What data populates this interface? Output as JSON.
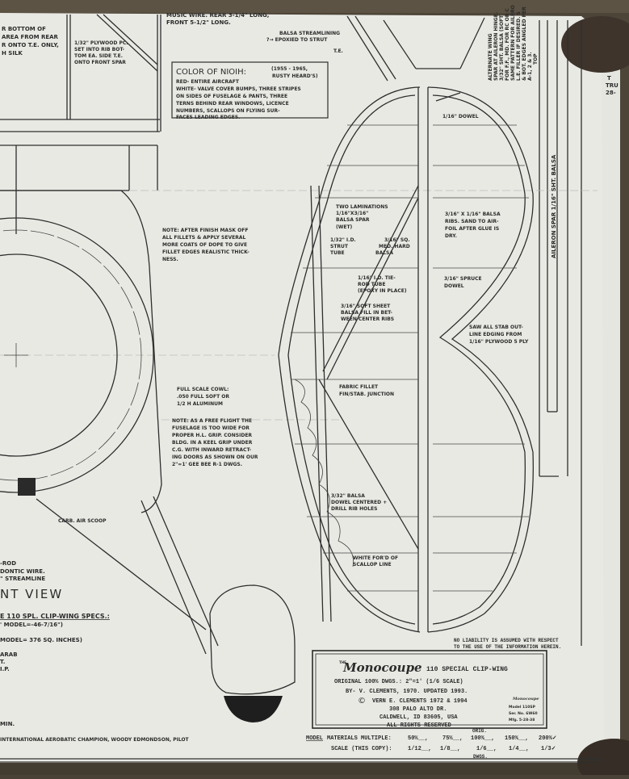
{
  "sheet": {
    "top_left_note": [
      "R BOTTOM OF",
      "AREA FROM REAR",
      "R ONTO T.E. ONLY,",
      "H SILK"
    ],
    "plywood_note": [
      "1/32\" PLYWOOD PC.",
      "SET INTO RIB BOT-",
      "TOM EA. SIDE T.E.",
      "ONTO FRONT SPAR"
    ],
    "music_wire_note": [
      "MUSIC WIRE. REAR 3-1/4\" LONG,",
      "FRONT 5-1/2\" LONG."
    ],
    "streamlining_note": [
      "BALSA STREAMLINING",
      "?→ EPOXIED TO STRUT"
    ],
    "te_label": "T.E.",
    "color_box": {
      "heading": "COLOR OF NIOIH:",
      "years": [
        "(1955 - 1965,",
        "RUSTY HEARD'S)"
      ],
      "lines": [
        "RED- ENTIRE AIRCRAFT",
        "WHITE- VALVE COVER BUMPS, THREE STRIPES",
        "ON SIDES OF FUSELAGE & PANTS, THREE",
        "TERNS BEHIND REAR WINDOWS, LICENCE",
        "NUMBERS, SCALLOPS ON FLYING SUR-",
        "FACES LEADING EDGES."
      ]
    },
    "fillet_note": [
      "NOTE: AFTER FINISH MASK OFF",
      "ALL FILLETS & APPLY SEVERAL",
      "MORE COATS OF DOPE TO GIVE",
      "FILLET EDGES REALISTIC THICK-",
      "NESS."
    ],
    "cowl_note": [
      "FULL SCALE COWL:",
      ".050 FULL SOFT OR",
      "1/2 H ALUMINUM"
    ],
    "free_flight_note": [
      "NOTE: AS A FREE FLIGHT THE",
      "FUSELAGE IS TOO WIDE FOR",
      "PROPER H.L. GRIP. CONSIDER",
      "BLDG. IN A KEEL GRIP UNDER",
      "C.G. WITH INWARD RETRACT-",
      "ING DOORS AS SHOWN ON OUR",
      "2\"=1' GEE BEE R-1 DWGS."
    ],
    "carb_label": "CARB. AIR SCOOP",
    "strut_notes": [
      "-ROD",
      "DONTIC WIRE.",
      "\" STREAMLINE"
    ],
    "view_title": "NT VIEW",
    "specs": {
      "heading": "E 110 SPL. CLIP-WING SPECS.:",
      "lines": [
        "' MODEL=-46-7/16\")",
        "MODEL= 376 SQ. INCHES)",
        "ARAB",
        "T.",
        "I.P.",
        "MIN."
      ]
    },
    "champion_line": "INTERNATIONAL AEROBATIC CHAMPION, WOODY EDMONDSON, PILOT",
    "stab_labels": {
      "dowel_top": "1/16\" DOWEL",
      "spar": [
        "TWO LAMINATIONS",
        "1/16\"X3/16\"",
        "BALSA SPAR",
        "(WET)"
      ],
      "ribs": [
        "3/16\" X 1/16\" BALSA",
        "RIBS. SAND TO AIR-",
        "FOIL AFTER GLUE IS",
        "DRY."
      ],
      "strut_tube": [
        "1/32\" I.D.",
        "STRUT",
        "TUBE"
      ],
      "sq_balsa": [
        "3/16\" SQ.",
        "MED. HARD",
        "BALSA"
      ],
      "tie_rod": [
        "1/16\" I.D. TIE-",
        "ROD TUBE",
        "(EPOXY IN PLACE)"
      ],
      "spruce": [
        "3/16\" SPRUCE",
        "DOWEL"
      ],
      "soft_sheet": [
        "3/16\" SOFT SHEET",
        "BALSA FILL IN BET-",
        "WEEN CENTER RIBS"
      ],
      "saw": [
        "SAW ALL STAB OUT-",
        "LINE EDGING FROM",
        "1/16\" PLYWOOD 5 PLY"
      ],
      "fabric": [
        "FABRIC FILLET",
        "FIN/STAB. JUNCTION"
      ],
      "dowel_centered": [
        "3/32\" BALSA",
        "DOWEL CENTERED +",
        "DRILL RIB HOLES"
      ],
      "scallop": [
        "WHITE FOR'D OF",
        "SCALLOP LINE"
      ]
    },
    "alternate_wing": [
      "ALTERNATE WING",
      "SPAR AT AILERON HINGE.",
      "3/32\" SHT. BALSA (SOFT",
      "FOR F.F., MD. FOR RC OR C",
      "SAME PATTERN FOR AILERO",
      "L.E. FILLER IF DESIRED. S",
      "& BOT. EDGES ANGLED PER",
      "A-1, 2 & 3."
    ],
    "top_label": "TOP",
    "aileron_spar": "AILERON SPAR 1/16\" SHT. BALSA",
    "right_strip": [
      "T",
      "TRU",
      "28-"
    ],
    "liability": [
      "NO LIABILITY IS ASSUMED WITH RESPECT",
      "TO THE USE OF THE INFORMATION HEREIN."
    ],
    "title_block": {
      "brand": "Monocoupe",
      "brand_prefix": "THE",
      "model": "110 SPECIAL CLIP-WING",
      "lines": [
        "ORIGINAL 100% DWGS.: 2\"=1' (1/6 SCALE)",
        "BY- V. CLEMENTS, 1970. UPDATED 1993."
      ],
      "copyright": "VERN E. CLEMENTS 1972 & 1994",
      "copyright_symbol": "©",
      "address": [
        "308 PALO ALTO DR.",
        "CALDWELL, ID 83605, USA"
      ],
      "rights": "ALL RIGHTS RESERVED",
      "plate": [
        "Model 110SP",
        "Ser. No. 6W60",
        "Mfg. 5-28-38"
      ]
    },
    "materials": {
      "label_underlined": "MODEL",
      "label": "MATERIALS MULTIPLE:",
      "options": [
        "50%__,",
        "75%__,",
        "100%__,",
        "150%__,",
        "200%✓"
      ],
      "orig": "ORIG."
    },
    "scale": {
      "label": "SCALE (THIS COPY):",
      "options": [
        "1/12__,",
        "1/8__,",
        "1/6__,",
        "1/4__,",
        "1/3✓"
      ],
      "dwgs": "DWGS."
    }
  },
  "colors": {
    "paper": "#e9e9e4",
    "ink": "#2b2b2b",
    "background": "#4a4236"
  }
}
